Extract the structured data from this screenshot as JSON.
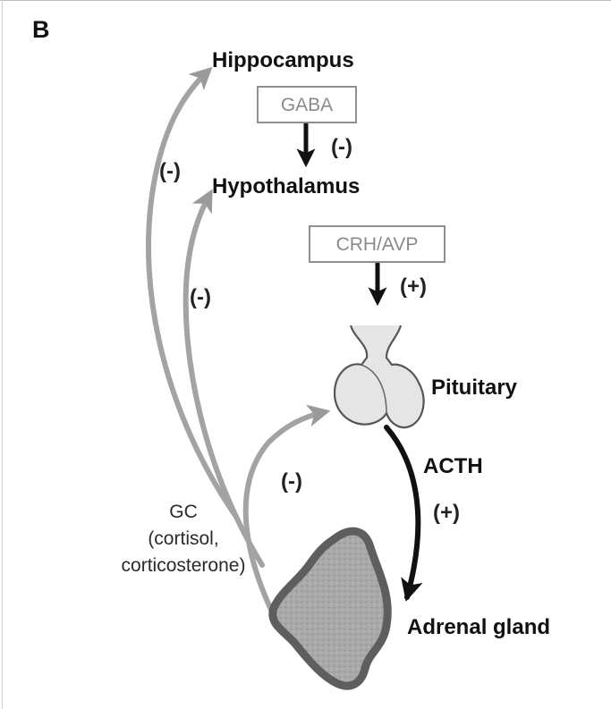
{
  "panel_label": "B",
  "nodes": {
    "hippocampus": "Hippocampus",
    "hypothalamus": "Hypothalamus",
    "pituitary": "Pituitary",
    "adrenal": "Adrenal gland"
  },
  "boxes": {
    "gaba": "GABA",
    "crh_avp": "CRH/AVP"
  },
  "hormones": {
    "acth": "ACTH",
    "gc_line1": "GC",
    "gc_line2": "(cortisol,",
    "gc_line3": "corticosterone)"
  },
  "signs": {
    "gaba_to_hypothalamus": "(-)",
    "crh_to_pituitary": "(+)",
    "gc_to_hippocampus": "(-)",
    "gc_to_hypothalamus": "(-)",
    "gc_to_pituitary": "(-)",
    "acth_to_adrenal": "(+)"
  },
  "colors": {
    "feedback_arrow": "#9a9a9a",
    "stimulatory_arrow": "#111111",
    "box_border": "#8f8f8f",
    "box_text": "#8a8a8a",
    "pituitary_fill": "#e4e4e4",
    "adrenal_fill": "#a6a6a6",
    "adrenal_outline": "#5e5e5e"
  }
}
